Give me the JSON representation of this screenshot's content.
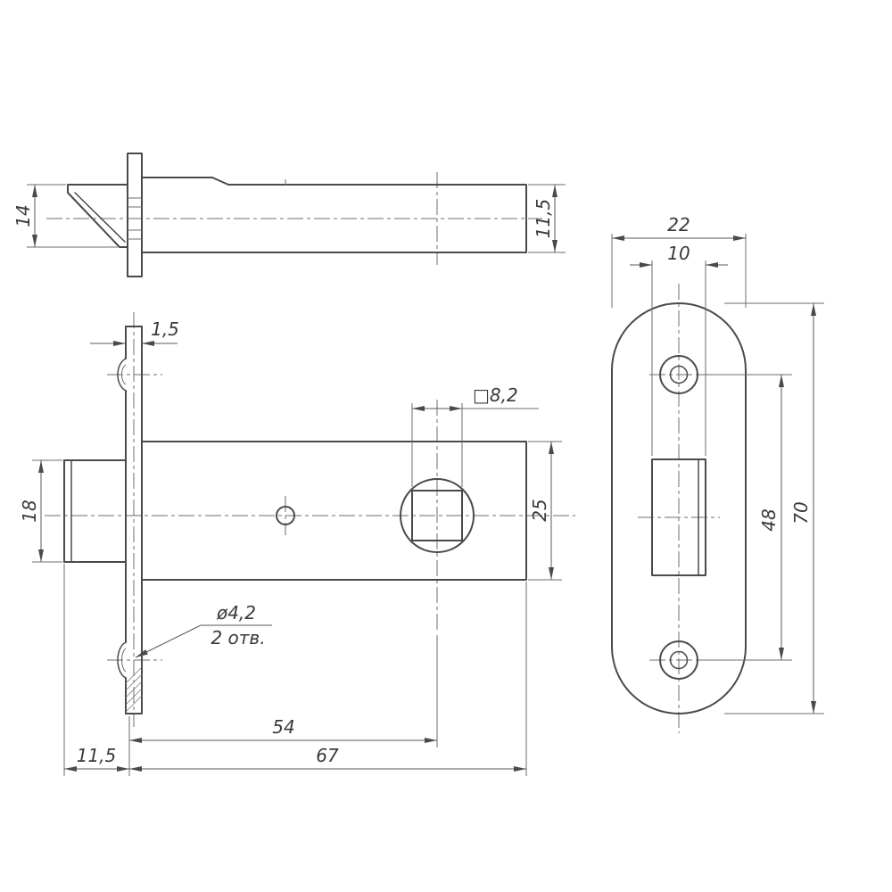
{
  "drawing": {
    "background": "#ffffff",
    "line_color": "#4a4a4a",
    "views": {
      "side": {
        "dims": {
          "bolt_width": "14",
          "body_thickness": "11,5"
        }
      },
      "front": {
        "dims": {
          "plate_thickness": "1,5",
          "bolt_height": "18",
          "spindle_square": "□8,2",
          "body_height": "25",
          "screw_hole_dia": "ø4,2",
          "screw_hole_count": "2 отв.",
          "backset": "54",
          "body_length": "67",
          "bolt_protrusion": "11,5"
        }
      },
      "faceplate": {
        "dims": {
          "plate_width": "22",
          "opening_width": "10",
          "screw_spacing": "48",
          "plate_height": "70"
        }
      }
    }
  }
}
